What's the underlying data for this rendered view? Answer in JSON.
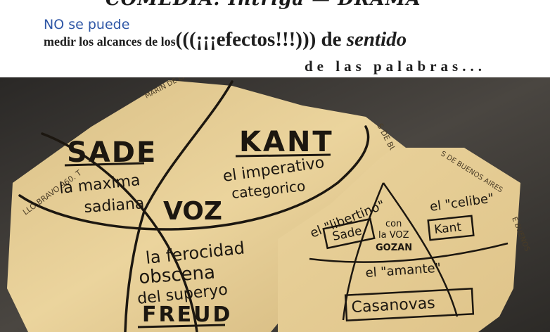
{
  "header": {
    "cut_title": "COMEDIA: Intriga — DRAMA",
    "blue_note": "NO se puede",
    "sentence_start": "medir los alcances de los",
    "emphasis": "(((¡¡¡efectos!!!)))",
    "sentence_mid": " de ",
    "sentence_italic": "sentido",
    "sentence_end": "de las palabras..."
  },
  "diagram_left": {
    "sade": "SADE",
    "sade_sub_1": "la maxima",
    "sade_sub_2": "sadiana",
    "kant": "KANT",
    "kant_sub_1": "el imperativo",
    "kant_sub_2": "categorico",
    "voz": "VOZ",
    "freud_1": "la ferocidad",
    "freud_2": "obscena",
    "freud_3": "del superyo",
    "freud": "FREUD"
  },
  "diagram_right": {
    "libertino": "el \"libertino\"",
    "celibe": "el \"celibe\"",
    "sade_box": "Sade",
    "kant_box": "Kant",
    "center_1": "con",
    "center_2": "la VOZ",
    "center_3": "GOZAN",
    "amante": "el \"amante\"",
    "casanovas": "Casanovas"
  },
  "paper_print": {
    "left_edge": "LLO BRAVO 960. T",
    "top_edge": "MARIN DE LA MU",
    "right_edge": "S DE BUE",
    "card_top": "S DE BUENOS AIRES",
    "card_right": "E BUENOS"
  },
  "colors": {
    "dark_background": "#3a3733",
    "paper": "#e7cf94",
    "ink": "#1c1710",
    "blue_ink": "#2f57a6"
  }
}
